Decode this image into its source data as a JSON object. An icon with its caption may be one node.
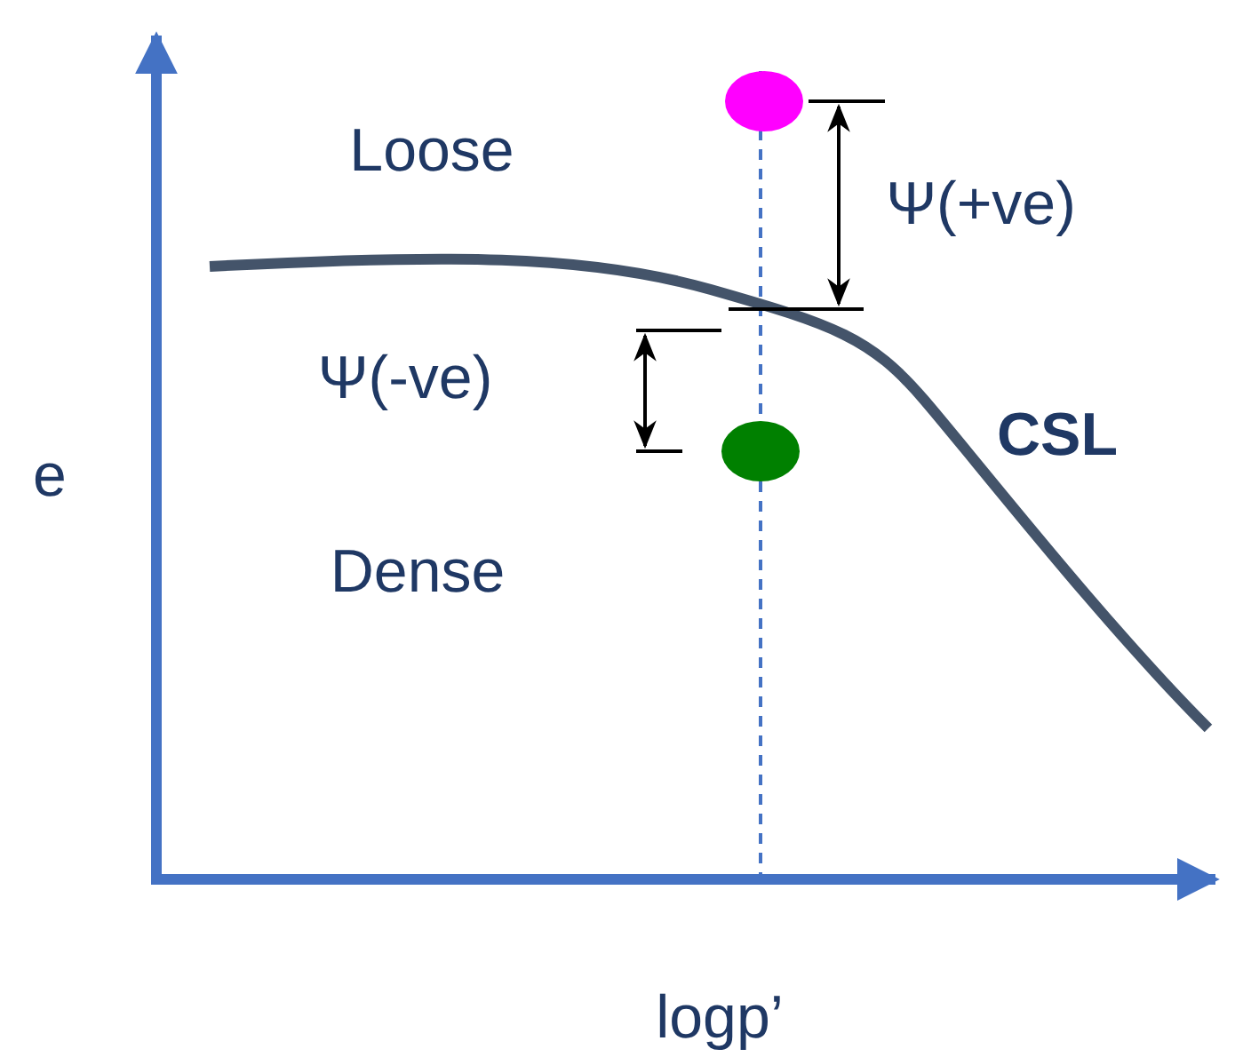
{
  "diagram": {
    "labels": [
      "Loose",
      "Ψ(+ve)",
      "Ψ(-ve)",
      "CSL",
      "e",
      "Dense",
      "logp’"
    ]
  }
}
